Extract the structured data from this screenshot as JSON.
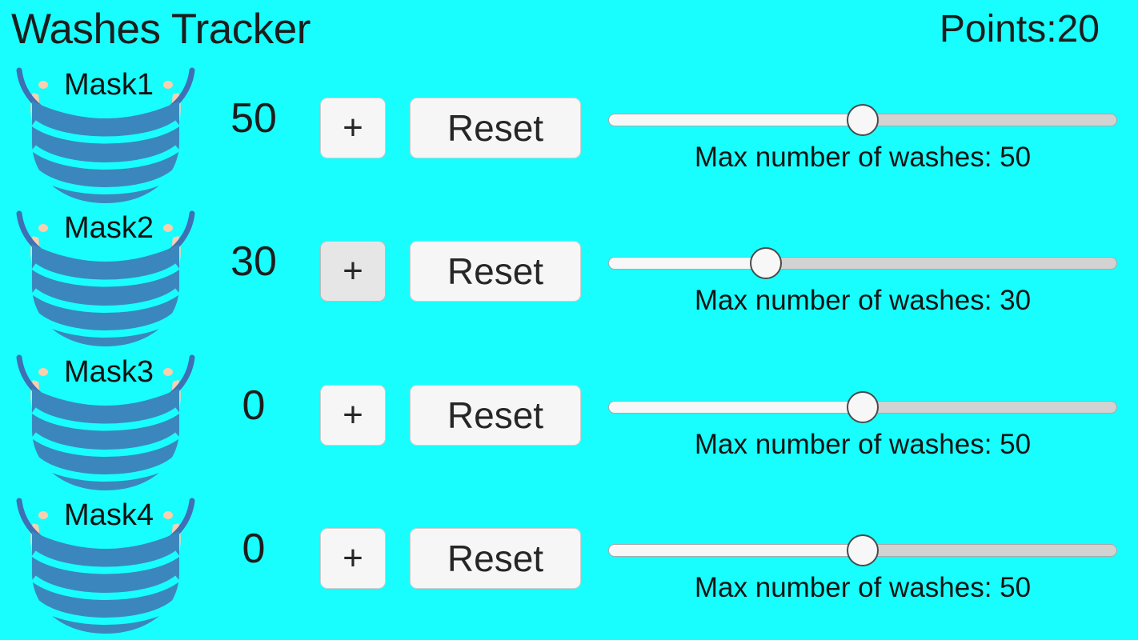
{
  "header": {
    "title": "Washes Tracker",
    "points_label": "Points:20"
  },
  "colors": {
    "background": "#18fefe",
    "mask_body": "#3b87bd",
    "mask_pleat_line": "#18fefe",
    "mask_strap": "#3f6fb5",
    "mask_ear": "#fbcfae",
    "button_face": "#f6f6f6",
    "button_face_active": "#e6e6e6",
    "slider_track": "#d2d2d2",
    "slider_fill": "#f7f7f7",
    "text": "#1d1d1d"
  },
  "slider_range": {
    "min": 0,
    "max": 100
  },
  "controls": {
    "plus_label": "+",
    "reset_label": "Reset"
  },
  "rows": [
    {
      "mask_icon": "face-mask-icon",
      "name": "Mask1",
      "count": "50",
      "plus_label": "+",
      "plus_state": "normal",
      "reset_label": "Reset",
      "max_washes": 50,
      "slider_percent": 50,
      "slider_caption": "Max number of washes: 50"
    },
    {
      "mask_icon": "face-mask-icon",
      "name": "Mask2",
      "count": "30",
      "plus_label": "+",
      "plus_state": "active",
      "reset_label": "Reset",
      "max_washes": 30,
      "slider_percent": 31,
      "slider_caption": "Max number of washes: 30"
    },
    {
      "mask_icon": "face-mask-icon",
      "name": "Mask3",
      "count": "0",
      "plus_label": "+",
      "plus_state": "normal",
      "reset_label": "Reset",
      "max_washes": 50,
      "slider_percent": 50,
      "slider_caption": "Max number of washes: 50"
    },
    {
      "mask_icon": "face-mask-icon",
      "name": "Mask4",
      "count": "0",
      "plus_label": "+",
      "plus_state": "normal",
      "reset_label": "Reset",
      "max_washes": 50,
      "slider_percent": 50,
      "slider_caption": "Max number of washes: 50"
    }
  ]
}
